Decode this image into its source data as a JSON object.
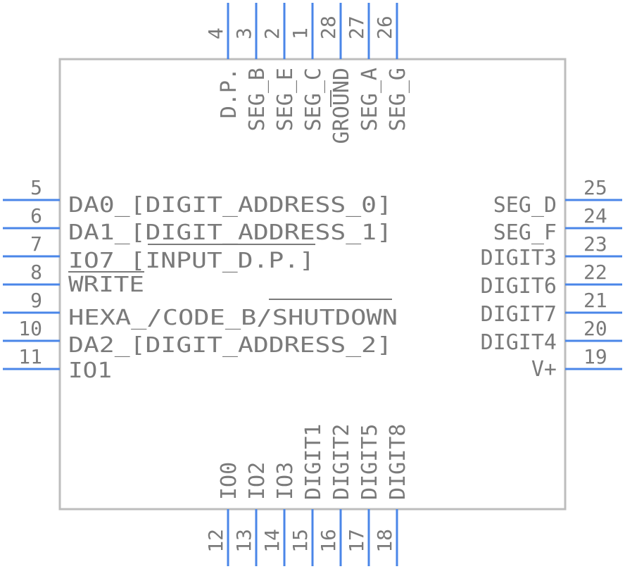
{
  "diagram": {
    "pins": {
      "top": [
        {
          "number": "4",
          "name": "D.P."
        },
        {
          "number": "3",
          "name": "SEG_B"
        },
        {
          "number": "2",
          "name": "SEG_E"
        },
        {
          "number": "1",
          "name": "SEG_C"
        },
        {
          "number": "28",
          "name": "GROUND"
        },
        {
          "number": "27",
          "name": "SEG_A"
        },
        {
          "number": "26",
          "name": "SEG_G"
        }
      ],
      "left": [
        {
          "number": "5",
          "name": "DA0_[DIGIT_ADDRESS_0]"
        },
        {
          "number": "6",
          "name": "DA1_[DIGIT_ADDRESS_1]"
        },
        {
          "number": "7",
          "name": "IO7_[INPUT_D.P.]"
        },
        {
          "number": "8",
          "name": "WRITE"
        },
        {
          "number": "9",
          "name": "HEXA_/CODE_B/SHUTDOWN"
        },
        {
          "number": "10",
          "name": "DA2_[DIGIT_ADDRESS_2]"
        },
        {
          "number": "11",
          "name": "IO1"
        }
      ],
      "right": [
        {
          "number": "25",
          "name": "SEG_D"
        },
        {
          "number": "24",
          "name": "SEG_F"
        },
        {
          "number": "23",
          "name": "DIGIT3"
        },
        {
          "number": "22",
          "name": "DIGIT6"
        },
        {
          "number": "21",
          "name": "DIGIT7"
        },
        {
          "number": "20",
          "name": "DIGIT4"
        },
        {
          "number": "19",
          "name": "V+"
        }
      ],
      "bottom": [
        {
          "number": "12",
          "name": "IO0"
        },
        {
          "number": "13",
          "name": "IO2"
        },
        {
          "number": "14",
          "name": "IO3"
        },
        {
          "number": "15",
          "name": "DIGIT1"
        },
        {
          "number": "16",
          "name": "DIGIT2"
        },
        {
          "number": "17",
          "name": "DIGIT5"
        },
        {
          "number": "18",
          "name": "DIGIT8"
        }
      ]
    },
    "colors": {
      "pin": "#4a86e8",
      "body_outline": "#bdbdbd",
      "text": "#7a7a7a"
    }
  }
}
